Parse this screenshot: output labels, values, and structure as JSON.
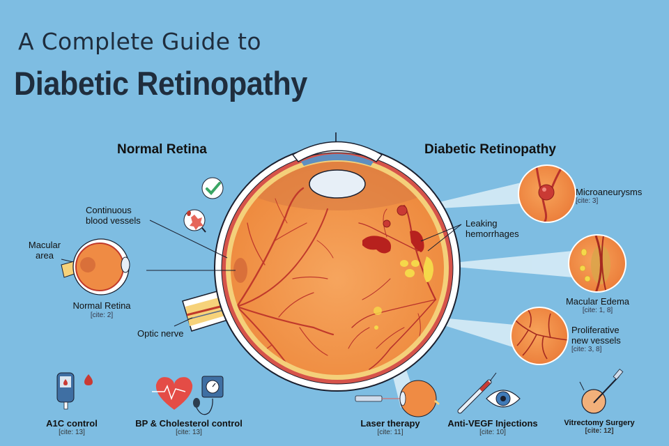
{
  "title": {
    "subtitle": "A Complete Guide to",
    "main": "Diabetic Retinopathy"
  },
  "colors": {
    "background": "#7ebde2",
    "title_text": "#1f2d3d",
    "retina_orange": "#f2934a",
    "vessel_red": "#c0392b",
    "exudate_yellow": "#f5d84a",
    "checkmark_green": "#3aa564"
  },
  "normal_side": {
    "heading": "Normal Retina",
    "labels": {
      "continuous_vessels": "Continuous blood vessels",
      "macular_area": "Macular area",
      "small_eye_caption": "Normal Retina",
      "small_eye_cite": "[cite: 2]",
      "optic_nerve": "Optic nerve"
    },
    "icons": [
      "checkmark-icon",
      "blood-cell-magnifier-icon"
    ]
  },
  "diabetic_side": {
    "heading": "Diabetic Retinopathy",
    "leaking_label": "Leaking hemorrhages",
    "callouts": [
      {
        "label": "Microaneurysms",
        "cite": "[cite: 3]"
      },
      {
        "label": "Macular Edema",
        "cite": "[cite: 1, 8]"
      },
      {
        "label": "Proliferative new vessels",
        "cite": "[cite: 3, 8]"
      }
    ]
  },
  "management": [
    {
      "label": "A1C control",
      "cite": "[cite: 13]",
      "icon": "glucose-meter-icon"
    },
    {
      "label": "BP & Cholesterol control",
      "cite": "[cite: 13]",
      "icon": "heart-bp-icon"
    }
  ],
  "treatments": [
    {
      "label": "Laser therapy",
      "cite": "[cite: 11]",
      "icon": "laser-eye-icon"
    },
    {
      "label": "Anti-VEGF Injections",
      "cite": "[cite: 10]",
      "icon": "syringe-eye-icon"
    },
    {
      "label": "Vitrectomy Surgery",
      "cite": "[cite: 12]",
      "icon": "vitrectomy-icon"
    }
  ]
}
